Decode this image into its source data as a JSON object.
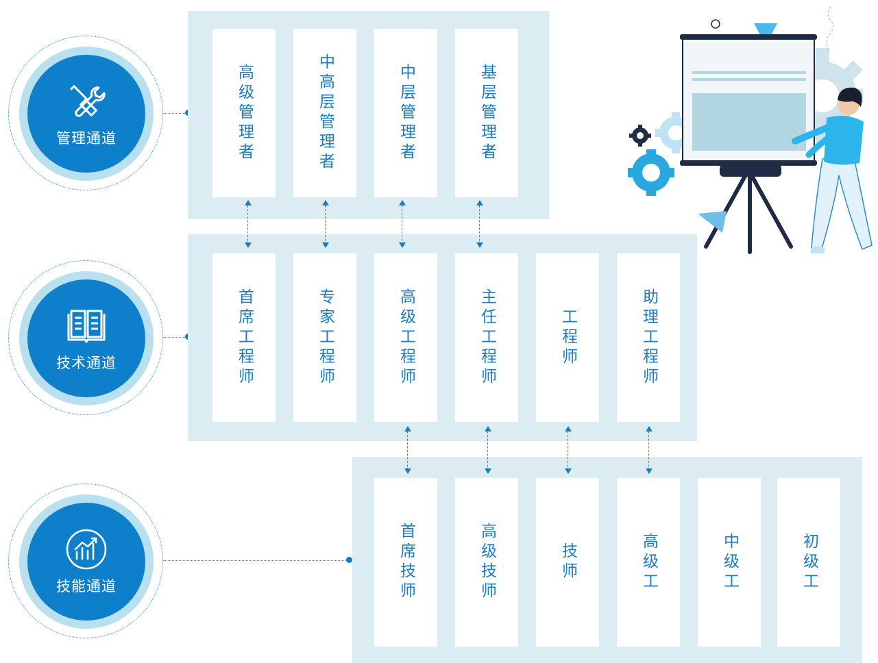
{
  "channels": [
    {
      "label": "管理通道",
      "icon": "tools-icon"
    },
    {
      "label": "技术通道",
      "icon": "book-icon"
    },
    {
      "label": "技能通道",
      "icon": "chart-icon"
    }
  ],
  "management": [
    "高级管理者",
    "中高层管理者",
    "中层管理者",
    "基层管理者"
  ],
  "technical": [
    "首席工程师",
    "专家工程师",
    "高级工程师",
    "主任工程师",
    "工程师",
    "助理工程师"
  ],
  "skill": [
    "首席技师",
    "高级技师",
    "技师",
    "高级工",
    "中级工",
    "初级工"
  ],
  "colors": {
    "primary": "#0e7fcb",
    "panel": "#dcecf3",
    "text": "#1a7cc2",
    "ring": "#b9e0ef"
  }
}
